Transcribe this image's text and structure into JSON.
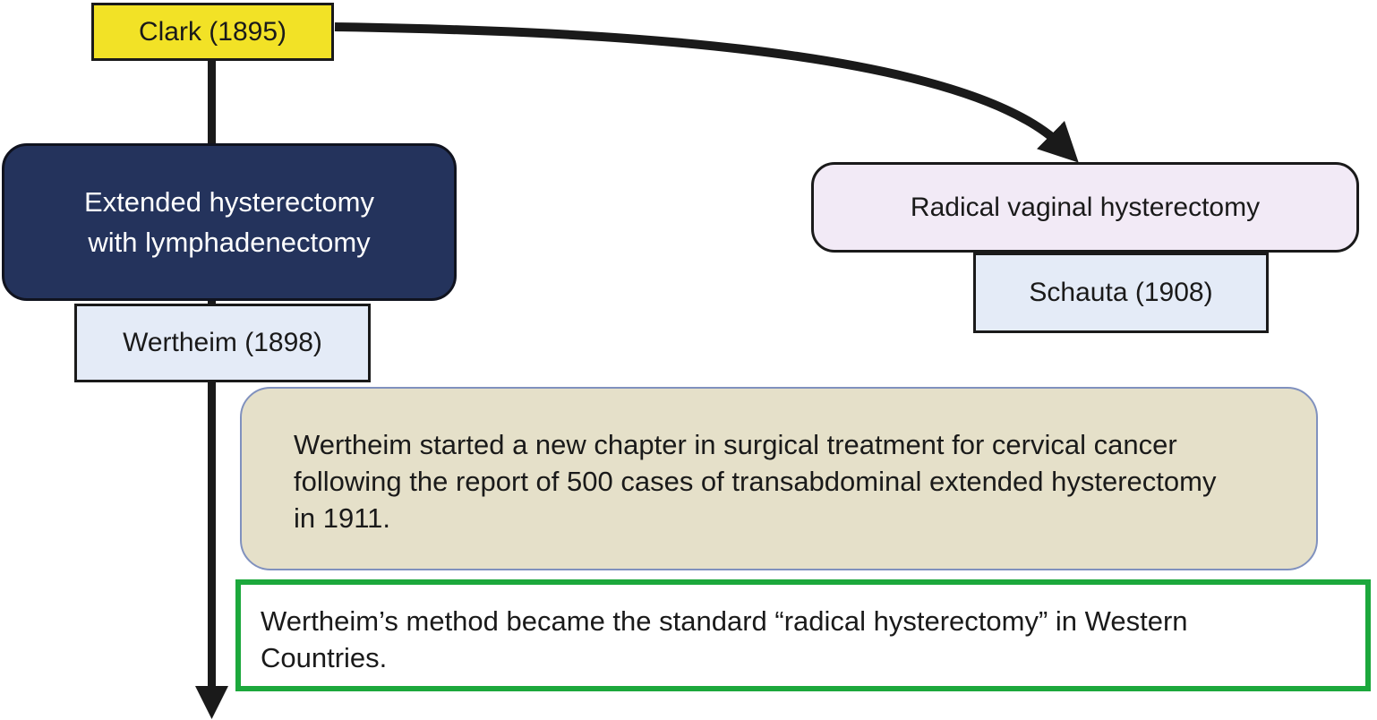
{
  "nodes": {
    "clark": {
      "label": "Clark (1895)"
    },
    "extended_hysterectomy": {
      "lines": [
        "Extended hysterectomy",
        "with lymphadenectomy"
      ]
    },
    "wertheim": {
      "label": "Wertheim (1898)"
    },
    "radical_vaginal": {
      "label": "Radical vaginal hysterectomy"
    },
    "schauta": {
      "label": "Schauta (1908)"
    }
  },
  "notes": {
    "wertheim_report": "Wertheim started a new chapter in surgical treatment for cervical cancer following the report of 500 cases of transabdominal extended hysterectomy in 1911.",
    "standard_method": "Wertheim’s method became the standard “radical hysterectomy” in Western Countries."
  },
  "colors": {
    "clark_fill": "#F2E226",
    "extended_fill": "#24335C",
    "year_box_fill": "#E4EBF7",
    "radical_vaginal_fill": "#F2EAF6",
    "note_fill": "#E5E0C9",
    "note_border": "#8091BE",
    "highlight_border": "#1CA83C",
    "arrow": "#1A1A1A"
  }
}
